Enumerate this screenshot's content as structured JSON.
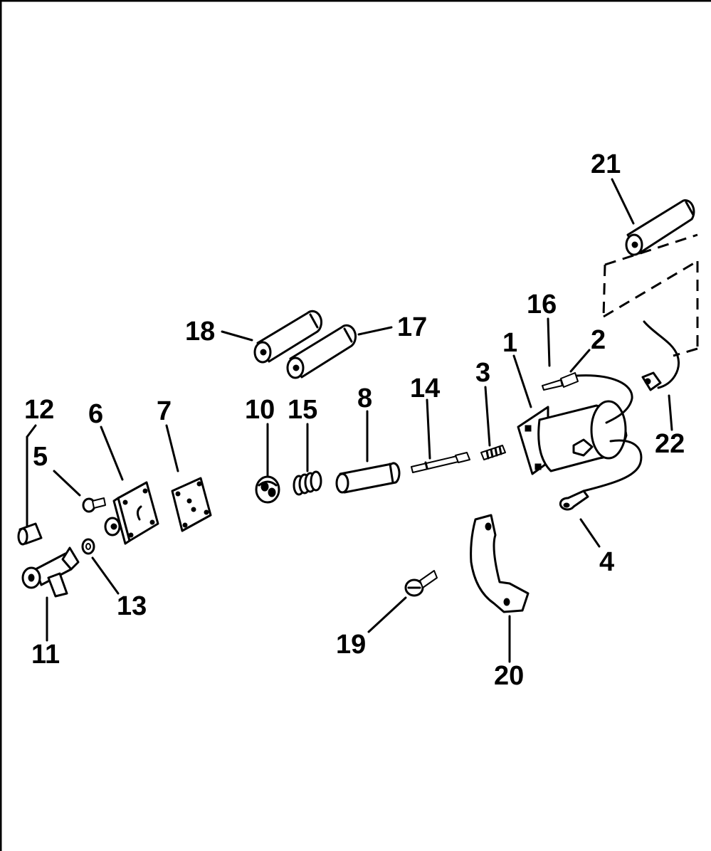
{
  "diagram": {
    "type": "exploded-parts-diagram",
    "callouts": [
      {
        "key": "n1",
        "label": "1"
      },
      {
        "key": "n2",
        "label": "2"
      },
      {
        "key": "n3",
        "label": "3"
      },
      {
        "key": "n4",
        "label": "4"
      },
      {
        "key": "n5",
        "label": "5"
      },
      {
        "key": "n6",
        "label": "6"
      },
      {
        "key": "n7",
        "label": "7"
      },
      {
        "key": "n8",
        "label": "8"
      },
      {
        "key": "n10",
        "label": "10"
      },
      {
        "key": "n11",
        "label": "11"
      },
      {
        "key": "n12",
        "label": "12"
      },
      {
        "key": "n13",
        "label": "13"
      },
      {
        "key": "n14",
        "label": "14"
      },
      {
        "key": "n15",
        "label": "15"
      },
      {
        "key": "n16",
        "label": "16"
      },
      {
        "key": "n17",
        "label": "17"
      },
      {
        "key": "n18",
        "label": "18"
      },
      {
        "key": "n19",
        "label": "19"
      },
      {
        "key": "n20",
        "label": "20"
      },
      {
        "key": "n21",
        "label": "21"
      },
      {
        "key": "n22",
        "label": "22"
      }
    ],
    "labels": {
      "n1": "1",
      "n2": "2",
      "n3": "3",
      "n4": "4",
      "n5": "5",
      "n6": "6",
      "n7": "7",
      "n8": "8",
      "n10": "10",
      "n11": "11",
      "n12": "12",
      "n13": "13",
      "n14": "14",
      "n15": "15",
      "n16": "16",
      "n17": "17",
      "n18": "18",
      "n19": "19",
      "n20": "20",
      "n21": "21",
      "n22": "22"
    },
    "ink_color": "#000000",
    "background_color": "#ffffff"
  }
}
